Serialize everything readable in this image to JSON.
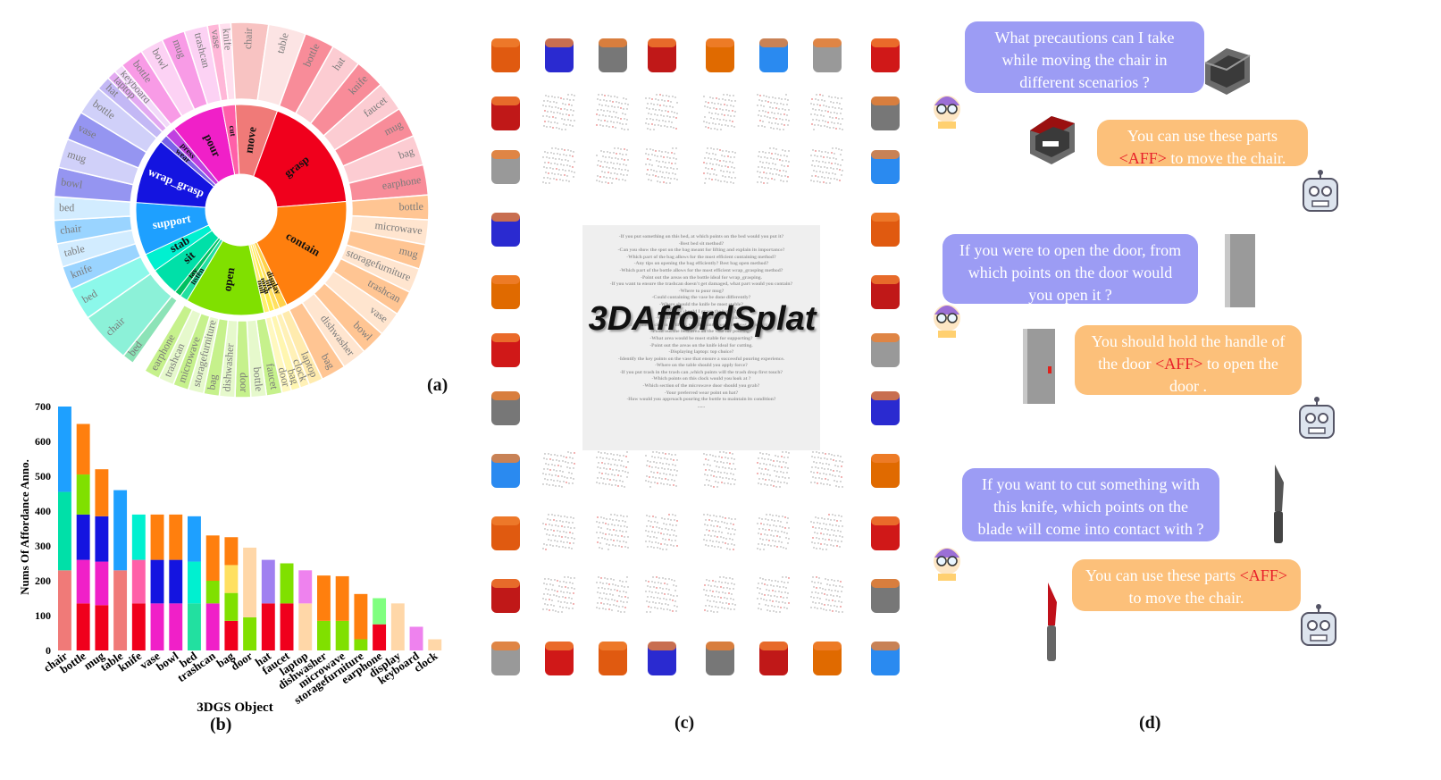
{
  "panel_labels": {
    "a": "(a)",
    "b": "(b)",
    "c": "(c)",
    "d": "(d)"
  },
  "sunburst": {
    "inner": [
      {
        "label": "grasp",
        "color": "#f0001c",
        "value": 90
      },
      {
        "label": "contain",
        "color": "#ff7f0e",
        "value": 95
      },
      {
        "label": "display",
        "color": "#ffd24a",
        "value": 6
      },
      {
        "label": "lift",
        "color": "#ffe060",
        "value": 4
      },
      {
        "label": "push",
        "color": "#ffeb50",
        "value": 4
      },
      {
        "label": "pull",
        "color": "#fff070",
        "value": 4
      },
      {
        "label": "open",
        "color": "#80e000",
        "value": 60
      },
      {
        "label": "listen",
        "color": "#22e0a0",
        "value": 6
      },
      {
        "label": "lay",
        "color": "#00c060",
        "value": 5
      },
      {
        "label": "sit",
        "color": "#00e0a8",
        "value": 22
      },
      {
        "label": "stab",
        "color": "#00f0d0",
        "value": 14
      },
      {
        "label": "support",
        "color": "#1ea0ff",
        "value": 40
      },
      {
        "label": "wrap_grasp",
        "color": "#1414e0",
        "value": 50
      },
      {
        "label": "wear",
        "color": "#7a62e8",
        "value": 6
      },
      {
        "label": "press",
        "color": "#c040e0",
        "value": 8
      },
      {
        "label": "pour",
        "color": "#f020c8",
        "value": 40
      },
      {
        "label": "cut",
        "color": "#ff60a8",
        "value": 10
      },
      {
        "label": "move",
        "color": "#f07a78",
        "value": 32
      }
    ],
    "outer": [
      {
        "parent": "grasp",
        "items": [
          "bottle",
          "hat",
          "knife",
          "faucet",
          "mug",
          "bag",
          "earphone"
        ]
      },
      {
        "parent": "contain",
        "items": [
          "bottle",
          "microwave",
          "mug",
          "storagefurniture",
          "trashcan",
          "vase",
          "bowl",
          "dishwasher",
          "bag"
        ]
      },
      {
        "parent": "display",
        "items": [
          "laptop"
        ]
      },
      {
        "parent": "lift",
        "items": [
          "clock"
        ]
      },
      {
        "parent": "push",
        "items": [
          "bag"
        ]
      },
      {
        "parent": "pull",
        "items": [
          "door"
        ]
      },
      {
        "parent": "open",
        "items": [
          "faucet",
          "bottle",
          "door",
          "dishwasher",
          "bag",
          "storagefurniture",
          "microwave",
          "trashcan",
          "earphone"
        ]
      },
      {
        "parent": "listen",
        "items": []
      },
      {
        "parent": "lay",
        "items": [
          "bed"
        ]
      },
      {
        "parent": "sit",
        "items": [
          "chair"
        ]
      },
      {
        "parent": "stab",
        "items": [
          "bed"
        ]
      },
      {
        "parent": "support",
        "items": [
          "knife",
          "table",
          "chair",
          "bed"
        ]
      },
      {
        "parent": "wrap_grasp",
        "items": [
          "bowl",
          "mug",
          "vase",
          "bottle"
        ]
      },
      {
        "parent": "wear",
        "items": [
          "hat"
        ]
      },
      {
        "parent": "press",
        "items": [
          "laptop",
          "keyboard"
        ]
      },
      {
        "parent": "pour",
        "items": [
          "bottle",
          "bowl",
          "mug",
          "trashcan"
        ]
      },
      {
        "parent": "cut",
        "items": [
          "vase",
          "knife"
        ]
      },
      {
        "parent": "move",
        "items": [
          "chair",
          "table"
        ]
      }
    ]
  },
  "chart_data": {
    "type": "bar",
    "ylabel": "Nums Of Affordance Anno.",
    "xlabel": "3DGS Object",
    "ylim": [
      0,
      700
    ],
    "yticks": [
      0,
      100,
      200,
      300,
      400,
      500,
      600,
      700
    ],
    "categories": [
      "chair",
      "bottle",
      "mug",
      "table",
      "knife",
      "vase",
      "bowl",
      "bed",
      "trashcan",
      "bag",
      "door",
      "hat",
      "faucet",
      "laptop",
      "dishwasher",
      "microwave",
      "storagefurniture",
      "earphone",
      "display",
      "keyboard",
      "clock"
    ],
    "stacks": [
      [
        {
          "v": 230,
          "c": "#f07a78"
        },
        {
          "v": 225,
          "c": "#00e0a8"
        },
        {
          "v": 245,
          "c": "#1ea0ff"
        }
      ],
      [
        {
          "v": 135,
          "c": "#f0001c"
        },
        {
          "v": 125,
          "c": "#f020c8"
        },
        {
          "v": 130,
          "c": "#1414e0"
        },
        {
          "v": 115,
          "c": "#80e000"
        },
        {
          "v": 145,
          "c": "#ff7f0e"
        }
      ],
      [
        {
          "v": 130,
          "c": "#f0001c"
        },
        {
          "v": 125,
          "c": "#f020c8"
        },
        {
          "v": 130,
          "c": "#1414e0"
        },
        {
          "v": 135,
          "c": "#ff7f0e"
        }
      ],
      [
        {
          "v": 230,
          "c": "#f07a78"
        },
        {
          "v": 230,
          "c": "#1ea0ff"
        }
      ],
      [
        {
          "v": 135,
          "c": "#f0001c"
        },
        {
          "v": 125,
          "c": "#ff60a8"
        },
        {
          "v": 130,
          "c": "#00f0d0"
        }
      ],
      [
        {
          "v": 135,
          "c": "#f020c8"
        },
        {
          "v": 125,
          "c": "#1414e0"
        },
        {
          "v": 130,
          "c": "#ff7f0e"
        }
      ],
      [
        {
          "v": 135,
          "c": "#f020c8"
        },
        {
          "v": 125,
          "c": "#1414e0"
        },
        {
          "v": 130,
          "c": "#ff7f0e"
        }
      ],
      [
        {
          "v": 135,
          "c": "#22e0a0"
        },
        {
          "v": 120,
          "c": "#00f0d0"
        },
        {
          "v": 130,
          "c": "#1ea0ff"
        }
      ],
      [
        {
          "v": 135,
          "c": "#f020c8"
        },
        {
          "v": 65,
          "c": "#80e000"
        },
        {
          "v": 130,
          "c": "#ff7f0e"
        }
      ],
      [
        {
          "v": 85,
          "c": "#f0001c"
        },
        {
          "v": 80,
          "c": "#80e000"
        },
        {
          "v": 80,
          "c": "#ffe060"
        },
        {
          "v": 80,
          "c": "#ff7f0e"
        }
      ],
      [
        {
          "v": 95,
          "c": "#80e000"
        },
        {
          "v": 200,
          "c": "#ffd7a8"
        }
      ],
      [
        {
          "v": 135,
          "c": "#f0001c"
        },
        {
          "v": 125,
          "c": "#a080f0"
        }
      ],
      [
        {
          "v": 135,
          "c": "#f0001c"
        },
        {
          "v": 115,
          "c": "#80e000"
        }
      ],
      [
        {
          "v": 135,
          "c": "#ffd7a8"
        },
        {
          "v": 95,
          "c": "#ee82ee"
        }
      ],
      [
        {
          "v": 85,
          "c": "#80e000"
        },
        {
          "v": 130,
          "c": "#ff7f0e"
        }
      ],
      [
        {
          "v": 85,
          "c": "#80e000"
        },
        {
          "v": 128,
          "c": "#ff7f0e"
        }
      ],
      [
        {
          "v": 32,
          "c": "#80e000"
        },
        {
          "v": 130,
          "c": "#ff7f0e"
        }
      ],
      [
        {
          "v": 75,
          "c": "#f0001c"
        },
        {
          "v": 75,
          "c": "#80ff80"
        }
      ],
      [
        {
          "v": 135,
          "c": "#ffd7a8"
        }
      ],
      [
        {
          "v": 68,
          "c": "#ee82ee"
        }
      ],
      [
        {
          "v": 32,
          "c": "#ffd7a8"
        }
      ]
    ]
  },
  "panel_c": {
    "title": "3DAffordSplat",
    "questions": [
      "-If you put something on this bed, at which points on the bed would you put it?",
      "-Best bed sit method?",
      "-Can you show the spot on the bag meant for lifting and explain its importance?",
      "-Which part of the bag allows for the most efficient containing method?",
      "-Any tips on opening the bag efficiently? Best bag open method?",
      "-Which part of the bottle allows for the most efficient wrap_grasping method?",
      "-Point out the areas on the bottle ideal for wrap_grasping.",
      "-If you want to ensure the trashcan doesn't get damaged, what part would you contain?",
      "-Where to pour mug?",
      "-Could containing the vase be done differently?",
      "-Where should the knife be most stable?",
      "-Where should I grasp the bottle?",
      "-Whats the best way to grasp the earphone?",
      "-If we the clock can be lifted, which points would be most appropriate?",
      "-Point out the best area on the vase for pouring?",
      "-What area would be most stable for supporting?",
      "-Point out the areas on the knife ideal for cutting.",
      "-Displaying laptop: top choice?",
      "-Identify the key points on the vase that ensure a successful pouring experience.",
      "-Where on the table should you apply force?",
      "-If you put trash in the trash can ,which points will the trash drop first touch?",
      "-Which points on this clock would you look at ?",
      "-Which section of the microwave door should you grab?",
      "-Your preferred wear point on hat?",
      "-How would you approach pouring the bottle to maintain its condition?",
      "......"
    ]
  },
  "dialogs": [
    {
      "q": "What precautions can I take while moving the chair in different scenarios ?",
      "a_before": "You can use these parts ",
      "aff": "<AFF>",
      "a_after": " to move the chair."
    },
    {
      "q": "If you were to open the door, from which points on the door would you open it ?",
      "a_before": "You should hold the handle of the door ",
      "aff": "<AFF>",
      "a_after": " to open the door ."
    },
    {
      "q": "If you want to cut something with this knife, which points on the blade will come into contact with ?",
      "a_before": "You can use these parts ",
      "aff": "<AFF>",
      "a_after": " to move the chair."
    }
  ],
  "colors": {
    "question_bubble": "#9c9cf4",
    "answer_bubble": "#fcc07a",
    "aff_token": "#e8202a"
  }
}
